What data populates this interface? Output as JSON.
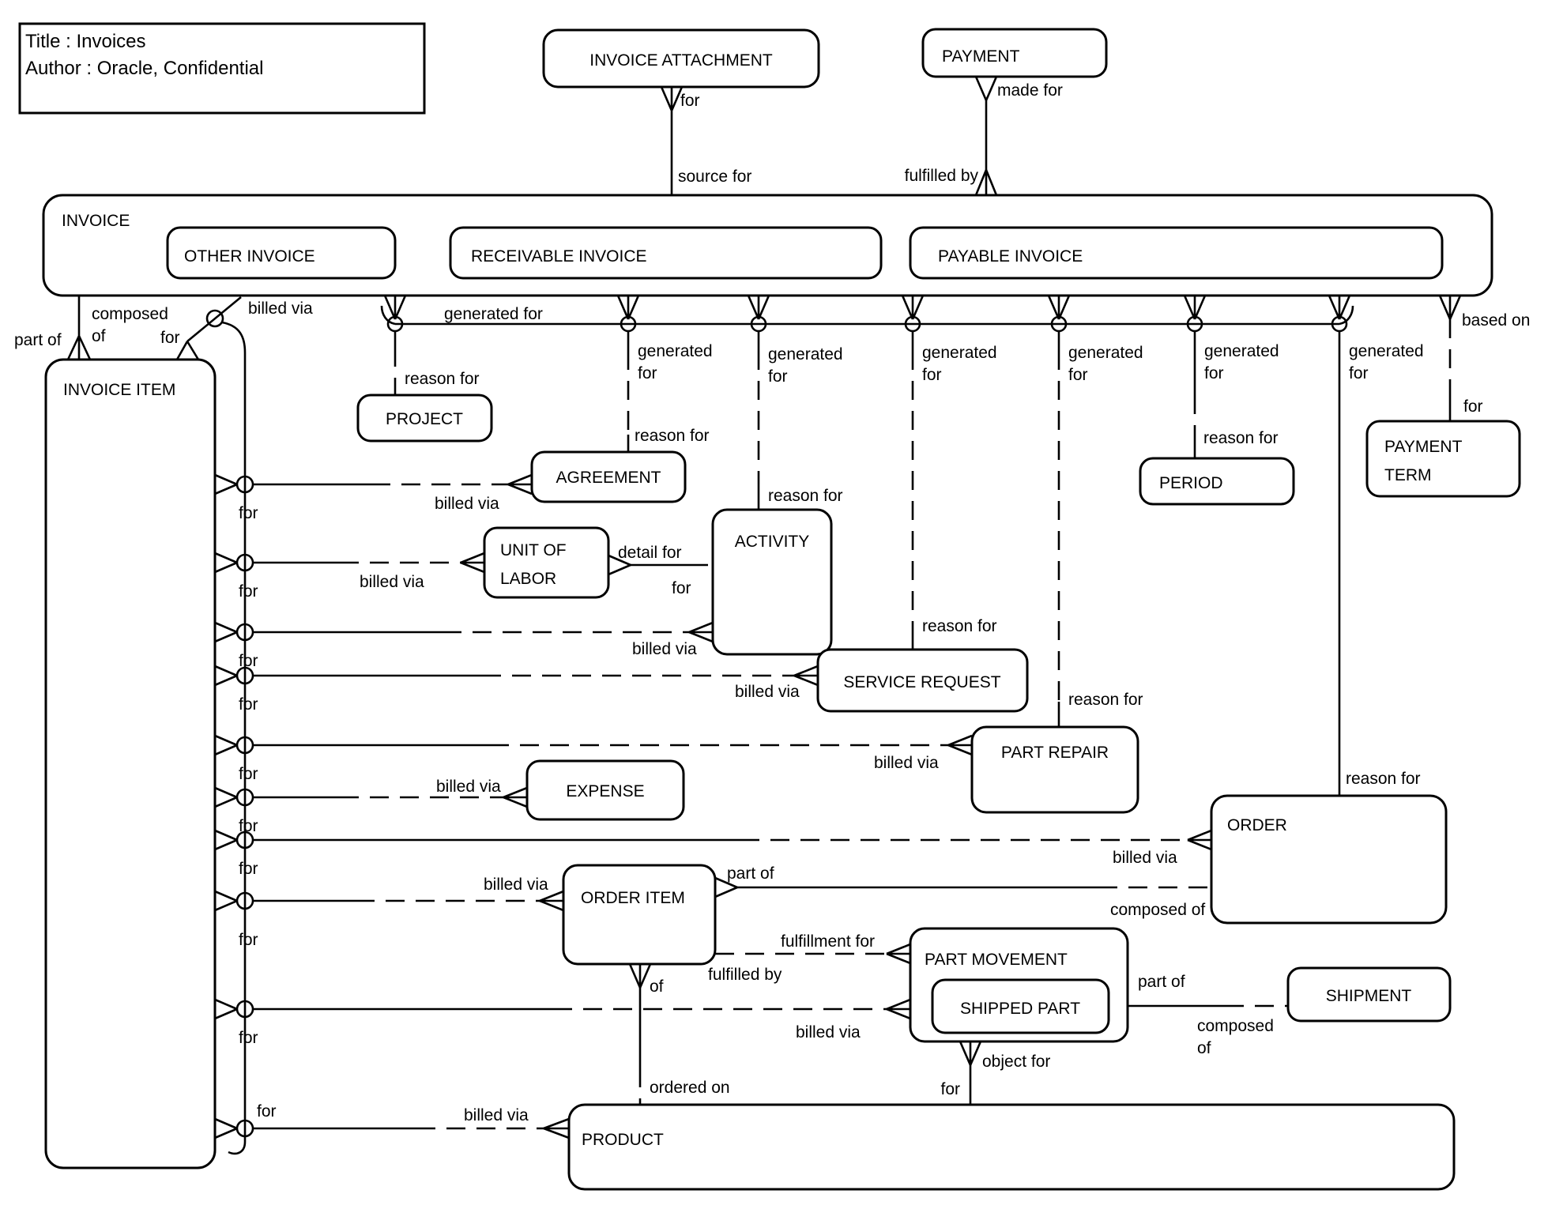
{
  "header": {
    "title_line": "Title : Invoices",
    "author_line": "Author : Oracle, Confidential"
  },
  "entities": {
    "invoice_attachment": "INVOICE ATTACHMENT",
    "payment": "PAYMENT",
    "invoice": "INVOICE",
    "other_invoice": "OTHER INVOICE",
    "receivable_invoice": "RECEIVABLE INVOICE",
    "payable_invoice": "PAYABLE INVOICE",
    "invoice_item": "INVOICE ITEM",
    "project": "PROJECT",
    "agreement": "AGREEMENT",
    "unit_of_labor_line1": "UNIT OF",
    "unit_of_labor_line2": "LABOR",
    "activity": "ACTIVITY",
    "service_request": "SERVICE REQUEST",
    "part_repair": "PART REPAIR",
    "expense": "EXPENSE",
    "period": "PERIOD",
    "payment_term_line1": "PAYMENT",
    "payment_term_line2": "TERM",
    "order": "ORDER",
    "order_item": "ORDER ITEM",
    "part_movement": "PART MOVEMENT",
    "shipped_part": "SHIPPED PART",
    "shipment": "SHIPMENT",
    "product": "PRODUCT"
  },
  "labels": {
    "for": "for",
    "of": "of",
    "made_for": "made for",
    "fulfilled_by": "fulfilled by",
    "source_for": "source for",
    "generated": "generated",
    "generated_for": "generated for",
    "based_on": "based on",
    "reason_for": "reason for",
    "composed": "composed",
    "composed_of": "composed of",
    "part_of": "part of",
    "billed_via": "billed via",
    "detail_for": "detail for",
    "fulfillment_for": "fulfillment for",
    "ordered_on": "ordered on",
    "object_for": "object for"
  }
}
